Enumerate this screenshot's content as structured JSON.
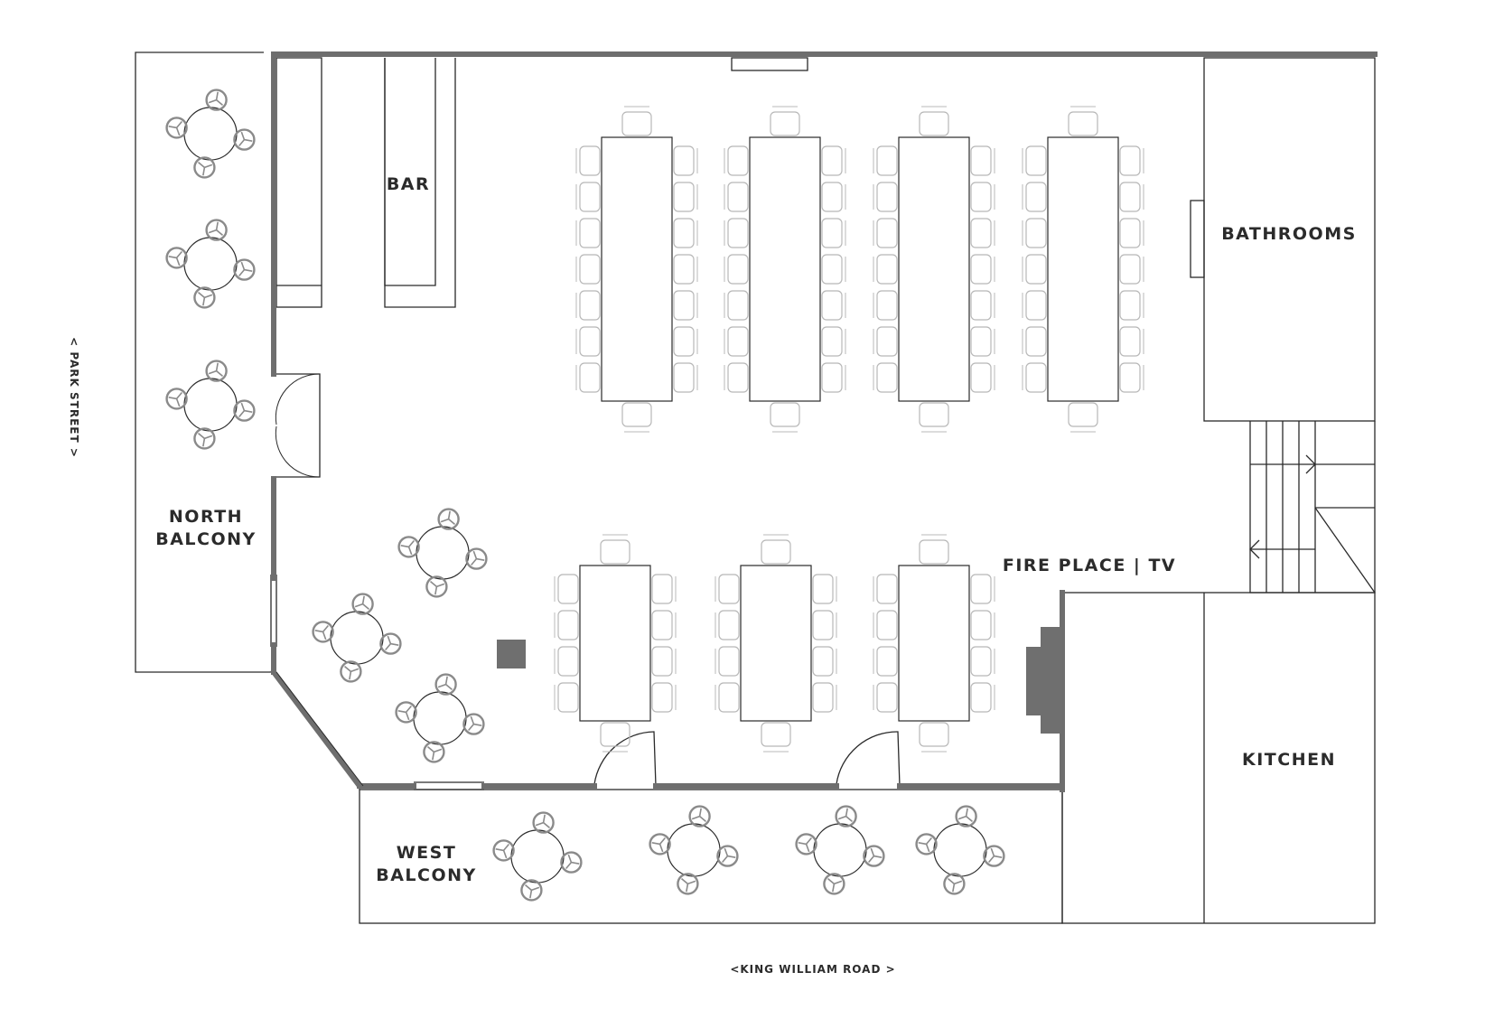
{
  "labels": {
    "bar": "BAR",
    "bathrooms": "BATHROOMS",
    "north_balcony": [
      "NORTH",
      "BALCONY"
    ],
    "west_balcony": [
      "WEST",
      "BALCONY"
    ],
    "fireplace": "FIRE PLACE | TV",
    "kitchen": "KITCHEN",
    "park_street": "< PARK STREET >",
    "king_william_road": "<KING WILLIAM ROAD >"
  },
  "furniture": {
    "long_table_rows": [
      {
        "count": 4,
        "seats_per_side": 7
      },
      {
        "count": 3,
        "seats_per_side": 4
      }
    ],
    "round_table_groups": [
      {
        "area": "north-balcony",
        "count": 3,
        "chairs_each": 4
      },
      {
        "area": "main-hall",
        "count": 3,
        "chairs_each": 4
      },
      {
        "area": "west-balcony",
        "count": 4,
        "chairs_each": 4
      }
    ]
  },
  "colors": {
    "wall": "#6e6e6e",
    "thin_line": "#2a2a2a",
    "furniture": "#b8b8b8",
    "round_chair": "#8a8a8a",
    "block": "#6f6f6f",
    "text": "#2b2b2b"
  }
}
